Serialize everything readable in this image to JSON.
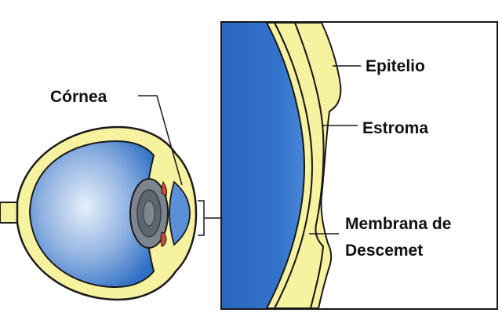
{
  "labels": {
    "cornea": "Córnea",
    "epithelium": "Epitelio",
    "stroma": "Estroma",
    "descemet_line1": "Membrana de",
    "descemet_line2": "Descemet"
  },
  "colors": {
    "sclera_yellow": "#f6f2a0",
    "outline": "#1a1a1a",
    "eye_blue": "#2f6fc4",
    "eye_blue_light": "#e4eefa",
    "lens_grey": "#7b848f",
    "lens_dark": "#4d545c",
    "iris_red": "#d04a3a",
    "background": "#ffffff"
  }
}
